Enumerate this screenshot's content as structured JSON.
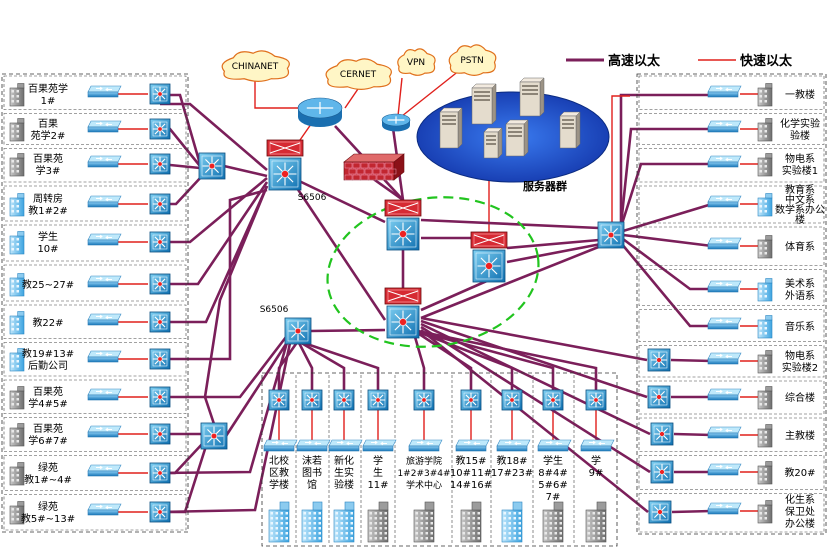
{
  "legend": {
    "high_speed": "高速以太",
    "fast": "快速以太"
  },
  "clouds": {
    "chinanet": "CHINANET",
    "cernet": "CERNET",
    "vpn": "VPN",
    "pstn": "PSTN"
  },
  "server_group": "服务器群",
  "switch_labels": {
    "left_core": "S6506",
    "left_agg": "S6506"
  },
  "left_buildings": [
    {
      "lines": [
        "百果苑学",
        "1#"
      ]
    },
    {
      "lines": [
        "百果",
        "苑学2#"
      ]
    },
    {
      "lines": [
        "百果苑",
        "学3#"
      ]
    },
    {
      "lines": [
        "周转房",
        "教1#2#"
      ]
    },
    {
      "lines": [
        "学生",
        "10#"
      ]
    },
    {
      "lines": [
        "教25~27#"
      ]
    },
    {
      "lines": [
        "教22#"
      ]
    },
    {
      "lines": [
        "教19#13#",
        "后勤公司"
      ]
    },
    {
      "lines": [
        "百果苑",
        "学4#5#"
      ]
    },
    {
      "lines": [
        "百果苑",
        "学6#7#"
      ]
    },
    {
      "lines": [
        "绿苑",
        "教1#~4#"
      ]
    },
    {
      "lines": [
        "绿苑",
        "教5#~13#"
      ]
    }
  ],
  "right_buildings": [
    {
      "lines": [
        "一教楼"
      ]
    },
    {
      "lines": [
        "化学实验",
        "验楼"
      ]
    },
    {
      "lines": [
        "物电系",
        "实验楼1"
      ]
    },
    {
      "lines": [
        "教育系",
        "中文系",
        "数学系办公",
        "楼"
      ]
    },
    {
      "lines": [
        "体育系"
      ]
    },
    {
      "lines": [
        "美术系",
        "外语系"
      ]
    },
    {
      "lines": [
        "音乐系"
      ]
    },
    {
      "lines": [
        "物电系",
        "实验楼2"
      ]
    },
    {
      "lines": [
        "综合楼"
      ]
    },
    {
      "lines": [
        "主教楼"
      ]
    },
    {
      "lines": [
        "教20#"
      ]
    },
    {
      "lines": [
        "化生系",
        "保卫处",
        "办公楼"
      ]
    }
  ],
  "bottom_buildings": [
    {
      "lines": [
        "北校",
        "区教",
        "学楼"
      ]
    },
    {
      "lines": [
        "沫若",
        "图书",
        "馆"
      ]
    },
    {
      "lines": [
        "新化",
        "生实",
        "验楼"
      ]
    },
    {
      "lines": [
        "学",
        "生",
        "11#"
      ]
    },
    {
      "lines": [
        "旅游学院",
        "1#2#3#4#",
        "学术中心"
      ]
    },
    {
      "lines": [
        "教15#",
        "10#11#",
        "14#16#"
      ]
    },
    {
      "lines": [
        "教18#",
        "17#23#"
      ]
    },
    {
      "lines": [
        "学生",
        "8#4#",
        "5#6#",
        "7#"
      ]
    },
    {
      "lines": [
        "学",
        "9#"
      ]
    }
  ],
  "colors": {
    "high_speed": "#7b1f5a",
    "fast": "#e0201c",
    "switch_blue": "#1f86c8",
    "router_red": "#c0202a",
    "server_ellipse": "#1c4fc4",
    "core_ring": "#22c41f"
  }
}
